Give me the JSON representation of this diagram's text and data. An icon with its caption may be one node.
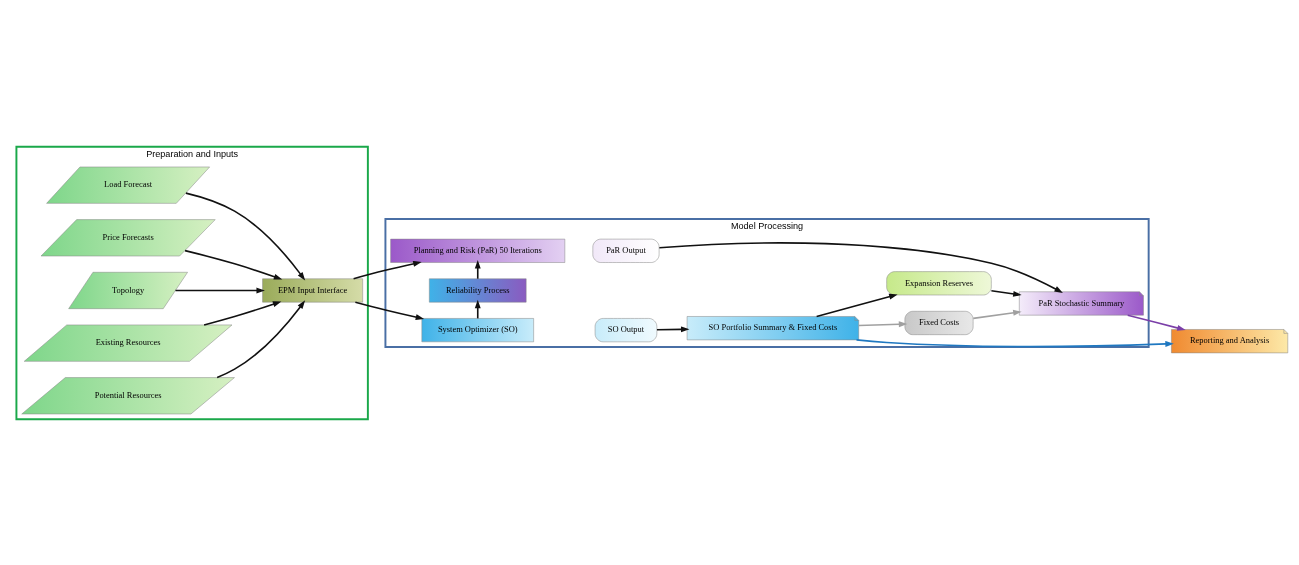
{
  "diagram": {
    "nodes": [
      {
        "text": [
          "Preparation and Inputs"
        ]
      },
      {
        "text": [
          "Load Forecast"
        ],
        "in": 0
      },
      {
        "text": [
          "Price Forecasts"
        ],
        "in": 0
      },
      {
        "text": [
          "Topology"
        ],
        "in": 0
      },
      {
        "text": [
          "Existing Resources"
        ],
        "in": 0
      },
      {
        "text": [
          "Potential Resources"
        ],
        "in": 0
      },
      {
        "text": [
          "EPM Input Interface"
        ],
        "in": 0
      },
      {
        "text": [
          "Model Processing"
        ]
      },
      {
        "text": [
          "System Optimizer (SO)"
        ],
        "in": 7
      },
      {
        "text": [
          "SO Output"
        ],
        "in": 7
      },
      {
        "text": [
          "SO Portfolio Summary & Fixed Costs"
        ],
        "in": 7
      },
      {
        "text": [
          "Reliability Process"
        ],
        "in": 7
      },
      {
        "text": [
          "Fixed Costs"
        ],
        "in": 7
      },
      {
        "text": [
          "Expansion Reserves"
        ],
        "in": 7
      },
      {
        "text": [
          "Planning and Risk (PaR) 50 Iterations"
        ],
        "in": 7
      },
      {
        "text": [
          "PaR Output"
        ],
        "in": 7
      },
      {
        "text": [
          "PaR Stochastic Summary"
        ],
        "in": 7
      },
      {
        "text": [
          "Reporting and Analysis"
        ]
      }
    ],
    "edges": [
      {
        "from": 1,
        "to": 6,
        "arrow": "to"
      },
      {
        "from": 2,
        "to": 6,
        "arrow": "to"
      },
      {
        "from": 3,
        "to": 6,
        "arrow": "to"
      },
      {
        "from": 4,
        "to": 6,
        "arrow": "to"
      },
      {
        "from": 5,
        "to": 6,
        "arrow": "to"
      },
      {
        "from": 6,
        "to": 8,
        "arrow": "to"
      },
      {
        "from": 6,
        "to": 14,
        "arrow": "to"
      },
      {
        "from": 9,
        "to": 10,
        "arrow": "to"
      },
      {
        "from": 8,
        "to": 11,
        "arrow": "to"
      },
      {
        "from": 11,
        "to": 14,
        "arrow": "to"
      },
      {
        "from": 15,
        "to": 16,
        "arrow": "to"
      },
      {
        "from": 10,
        "to": 12,
        "arrow": "to",
        "color": "#a0a0a0"
      },
      {
        "from": 10,
        "to": 13,
        "arrow": "to"
      },
      {
        "from": 12,
        "to": 16,
        "arrow": "to",
        "color": "#a0a0a0"
      },
      {
        "from": 13,
        "to": 16,
        "arrow": "to"
      },
      {
        "from": 10,
        "to": 17,
        "arrow": "to",
        "color": "#1f78c1"
      },
      {
        "from": 16,
        "to": 17,
        "arrow": "to",
        "color": "#7b3fa8"
      }
    ]
  }
}
